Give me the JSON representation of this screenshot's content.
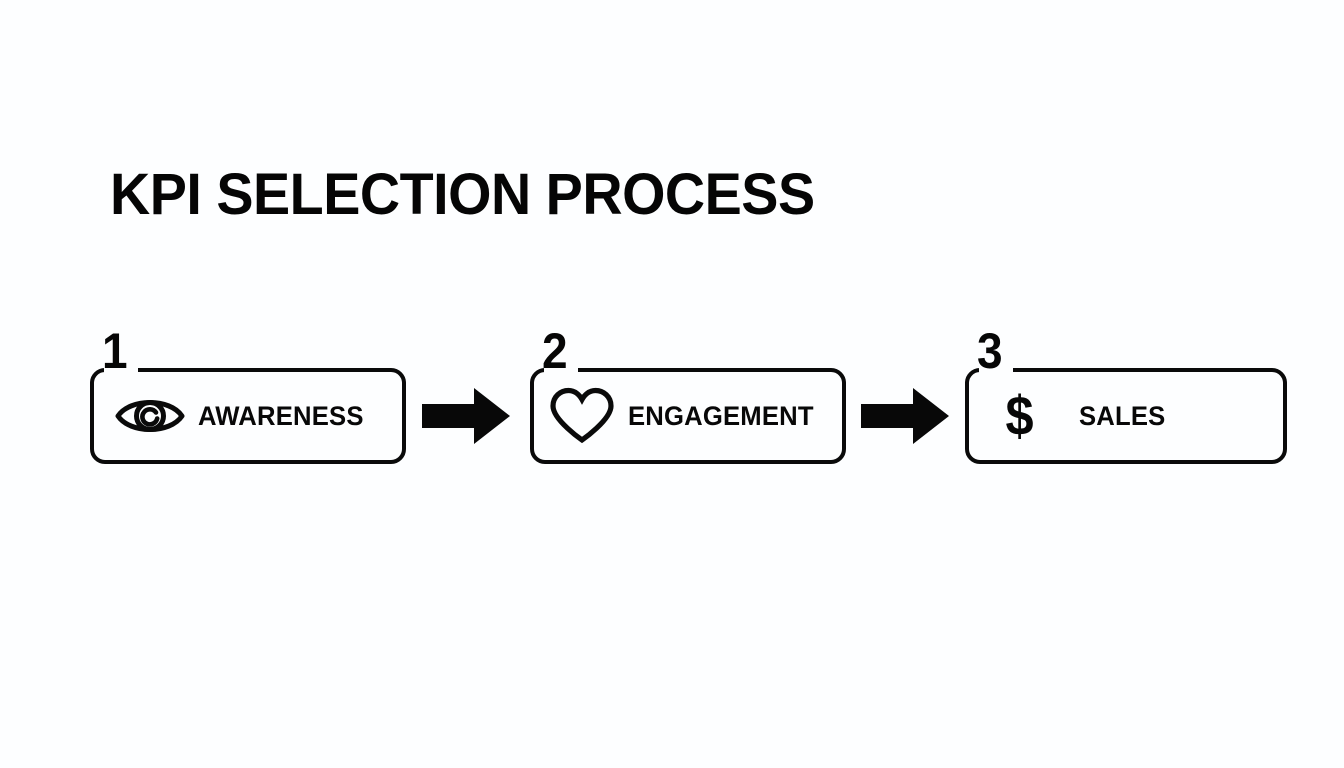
{
  "page": {
    "title": "KPI SELECTION PROCESS",
    "background_color": "#fdfeff",
    "ink_color": "#0a0a0a"
  },
  "flow": {
    "connector_label": "arrow-right",
    "steps": [
      {
        "number": "1",
        "label": "AWARENESS",
        "icon": "eye-icon"
      },
      {
        "number": "2",
        "label": "ENGAGEMENT",
        "icon": "heart-icon"
      },
      {
        "number": "3",
        "label": "SALES",
        "icon": "dollar-sign-icon",
        "icon_glyph": "$"
      }
    ],
    "arrows": [
      {
        "name": "arrow-step1-to-step2",
        "direction": "right"
      },
      {
        "name": "arrow-step2-to-step3",
        "direction": "right"
      }
    ]
  }
}
